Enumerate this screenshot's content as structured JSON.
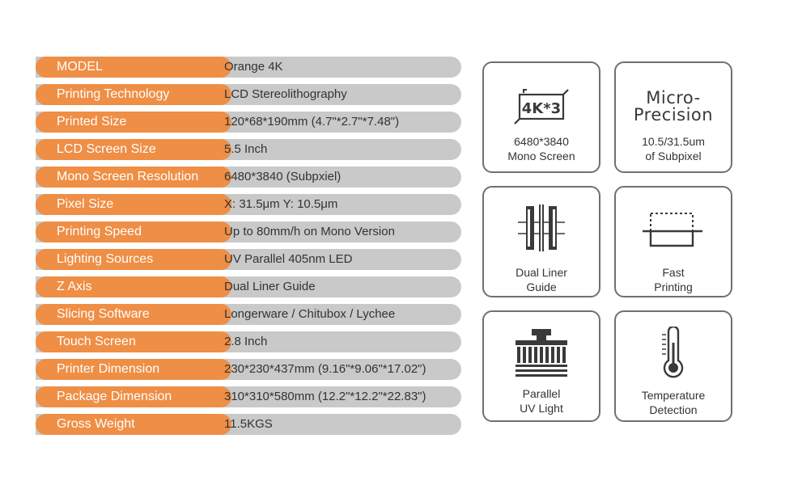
{
  "specs": [
    {
      "label": "MODEL",
      "value": "Orange 4K"
    },
    {
      "label": "Printing Technology",
      "value": "LCD Stereolithography"
    },
    {
      "label": "Printed Size",
      "value": "120*68*190mm  (4.7\"*2.7\"*7.48\")"
    },
    {
      "label": "LCD Screen Size",
      "value": "5.5 Inch"
    },
    {
      "label": "Mono Screen Resolution",
      "value": "6480*3840 (Subpxiel)"
    },
    {
      "label": "Pixel Size",
      "value": "X: 31.5μm Y: 10.5μm"
    },
    {
      "label": "Printing Speed",
      "value": "Up to 80mm/h on Mono Version"
    },
    {
      "label": "Lighting Sources",
      "value": "UV Parallel 405nm LED"
    },
    {
      "label": "Z Axis",
      "value": "Dual Liner Guide"
    },
    {
      "label": "Slicing Software",
      "value": "Longerware / Chitubox / Lychee"
    },
    {
      "label": "Touch Screen",
      "value": "2.8 Inch"
    },
    {
      "label": "Printer Dimension",
      "value": "230*230*437mm (9.16\"*9.06\"*17.02\")"
    },
    {
      "label": "Package Dimension",
      "value": "310*310*580mm (12.2\"*12.2\"*22.83\")"
    },
    {
      "label": "Gross Weight",
      "value": "11.5KGS"
    }
  ],
  "features": {
    "mono_screen": {
      "icon": "4k-screen-icon",
      "badge": "4K*3",
      "line1": "6480*3840",
      "line2": "Mono Screen"
    },
    "micro_precision": {
      "icon_line1": "Micro-",
      "icon_line2": "Precision",
      "line1": "10.5/31.5um",
      "line2": "of Subpixel"
    },
    "dual_liner": {
      "icon": "dual-liner-rail-icon",
      "line1": "Dual Liner",
      "line2": "Guide"
    },
    "fast_printing": {
      "icon": "fast-printing-icon",
      "line1": "Fast",
      "line2": "Printing"
    },
    "uv_light": {
      "icon": "uv-light-icon",
      "line1": "Parallel",
      "line2": "UV Light"
    },
    "temperature": {
      "icon": "thermometer-icon",
      "line1": "Temperature",
      "line2": "Detection"
    }
  },
  "colors": {
    "label_bg": "#ef8e45",
    "value_bg": "#c9c9c9",
    "card_border": "#707070",
    "icon": "#3a3a3a"
  }
}
